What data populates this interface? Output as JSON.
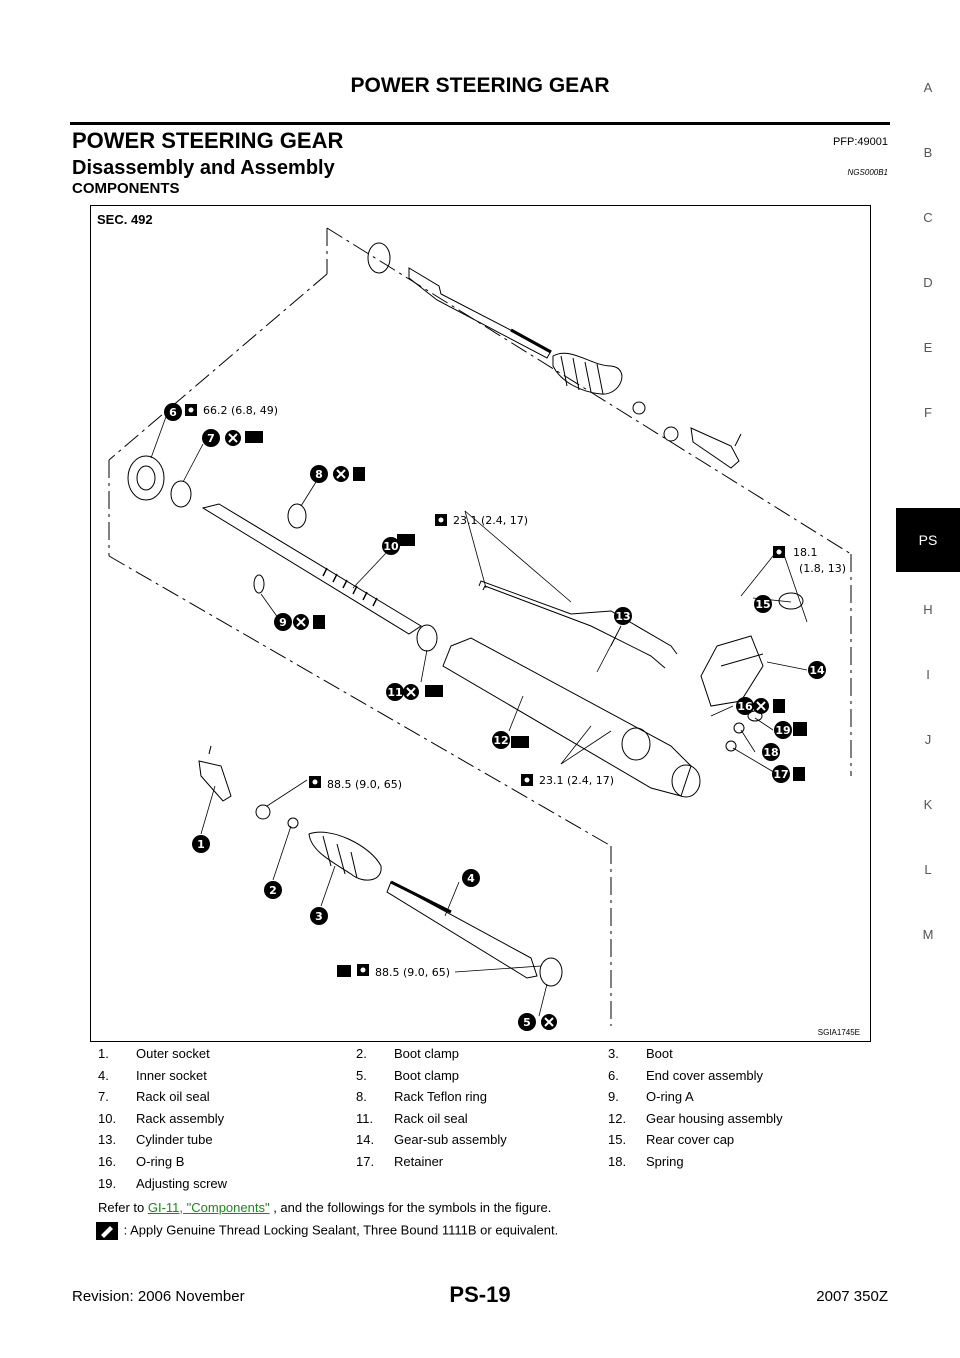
{
  "header": {
    "title": "POWER STEERING GEAR"
  },
  "section": {
    "title": "POWER STEERING GEAR",
    "pfp": "PFP:49001",
    "subtitle": "Disassembly and Assembly",
    "sub_code": "NGS000B1",
    "heading": "COMPONENTS"
  },
  "figure": {
    "sec_label": "SEC. 492",
    "figure_id": "SGIA1745E",
    "torques": {
      "t6": "66.2 (6.8, 49)",
      "t13": "23.1 (2.4, 17)",
      "t15a": "18.1",
      "t15b": "(1.8, 13)",
      "t1": "88.5 (9.0, 65)",
      "t12": "23.1 (2.4, 17)",
      "t5": "88.5 (9.0, 65)"
    },
    "callouts": [
      "1",
      "2",
      "3",
      "4",
      "5",
      "6",
      "7",
      "8",
      "9",
      "10",
      "11",
      "12",
      "13",
      "14",
      "15",
      "16",
      "17",
      "18",
      "19"
    ]
  },
  "parts": [
    {
      "n": "1.",
      "t": "Outer socket"
    },
    {
      "n": "2.",
      "t": "Boot clamp"
    },
    {
      "n": "3.",
      "t": "Boot"
    },
    {
      "n": "4.",
      "t": "Inner socket"
    },
    {
      "n": "5.",
      "t": "Boot clamp"
    },
    {
      "n": "6.",
      "t": "End cover assembly"
    },
    {
      "n": "7.",
      "t": "Rack oil seal"
    },
    {
      "n": "8.",
      "t": "Rack Teflon ring"
    },
    {
      "n": "9.",
      "t": "O-ring A"
    },
    {
      "n": "10.",
      "t": "Rack assembly"
    },
    {
      "n": "11.",
      "t": "Rack oil seal"
    },
    {
      "n": "12.",
      "t": "Gear housing assembly"
    },
    {
      "n": "13.",
      "t": "Cylinder tube"
    },
    {
      "n": "14.",
      "t": "Gear-sub assembly"
    },
    {
      "n": "15.",
      "t": "Rear cover cap"
    },
    {
      "n": "16.",
      "t": "O-ring B"
    },
    {
      "n": "17.",
      "t": "Retainer"
    },
    {
      "n": "18.",
      "t": "Spring"
    },
    {
      "n": "19.",
      "t": "Adjusting screw"
    }
  ],
  "refer": {
    "pre": "Refer to ",
    "link": "GI-11, \"Components\"",
    "post": " , and the followings for the symbols in the figure."
  },
  "legend": {
    "text": ": Apply Genuine Thread Locking Sealant, Three Bound 1111B or equivalent."
  },
  "tabs": [
    "A",
    "B",
    "C",
    "D",
    "E",
    "F",
    "PS",
    "H",
    "I",
    "J",
    "K",
    "L",
    "M"
  ],
  "active_tab": "PS",
  "footer": {
    "revision": "Revision: 2006 November",
    "page": "PS-19",
    "model": "2007 350Z"
  }
}
